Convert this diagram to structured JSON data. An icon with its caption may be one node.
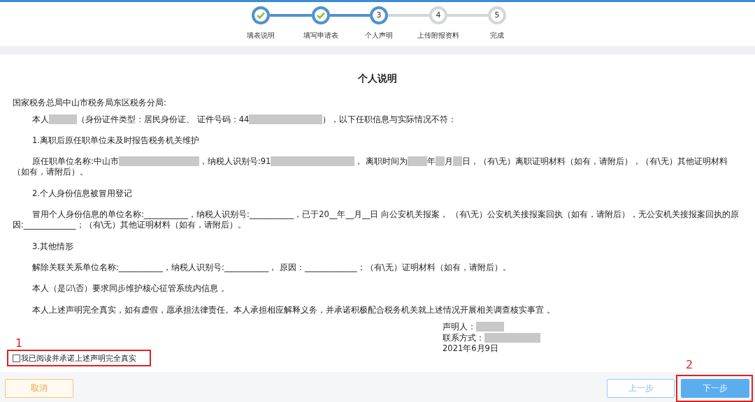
{
  "diagram": {
    "title": "个人说明",
    "nodes": [
      {
        "text": [],
        "shape": "circle",
        "beside": [
          "填表说明"
        ]
      },
      {
        "text": [],
        "shape": "circle",
        "beside": [
          "填写申请表"
        ]
      },
      {
        "text": [
          "3"
        ],
        "beside": [
          "个人声明"
        ]
      },
      {
        "text": [
          "4"
        ],
        "beside": [
          "上传附报资料"
        ]
      },
      {
        "text": [
          "5"
        ],
        "beside": [
          "完成"
        ]
      },
      {
        "text": [
          "我已阅读并承诺上述声明完全真实"
        ],
        "beside": [
          "1"
        ]
      },
      {
        "text": [
          "取消"
        ]
      },
      {
        "text": [
          "上一步"
        ]
      },
      {
        "text": [],
        "shape": "box",
        "beside": [
          "2"
        ]
      },
      {
        "text": [
          "下一步"
        ],
        "in": 8
      }
    ],
    "edges": [
      {
        "from": 0,
        "to": 1,
        "arrow": "none"
      },
      {
        "from": 1,
        "to": 2,
        "arrow": "none"
      },
      {
        "from": 2,
        "to": 3,
        "arrow": "none",
        "color": "#d3d6db"
      },
      {
        "from": 3,
        "to": 4,
        "arrow": "none",
        "color": "#d3d6db"
      }
    ],
    "labels": [
      "国家税务总局中山市税务局东区税务分局:",
      "本人",
      "（身份证件类型：居民身份证、 证件号码：44",
      "），以下任职信息与实际情况不符：",
      "1.离职后原任职单位未及时报告税务机关维护",
      "原任职单位名称:中山市",
      "，纳税人识别号:91",
      "， 离职时间为",
      "年",
      "月",
      "日，（有\\无）离职证明材料（如有，请附后），（有\\无）其他证明材料（如有，请附后）。",
      "2.个人身份信息被冒用登记",
      "冒用个人身份信息的单位名称:___________，纳税人识别号:___________，已于20__年__月__日 向公安机关报案， （有\\无）公安机关接报案回执（如有，请附后），无公安机关接报案回执的原因:_____________；（有\\无）其他证明材料（如有，请附后）。",
      "3.其他情形",
      "解除关联关系单位名称:___________，纳税人识别号:___________， 原因：_____________；（有\\无）证明材料（如有，请附后）。",
      "本人（是☑\\否）要求同步维护核心征管系统内信息 。",
      "本人上述声明完全真实，如有虚假，愿承担法律责任。本人承担相应解释义务，并承诺积极配合税务机关就上述情况开展相关调查核实事宜 。",
      "声明人：",
      "联系方式：",
      "2021年6月9日"
    ]
  }
}
